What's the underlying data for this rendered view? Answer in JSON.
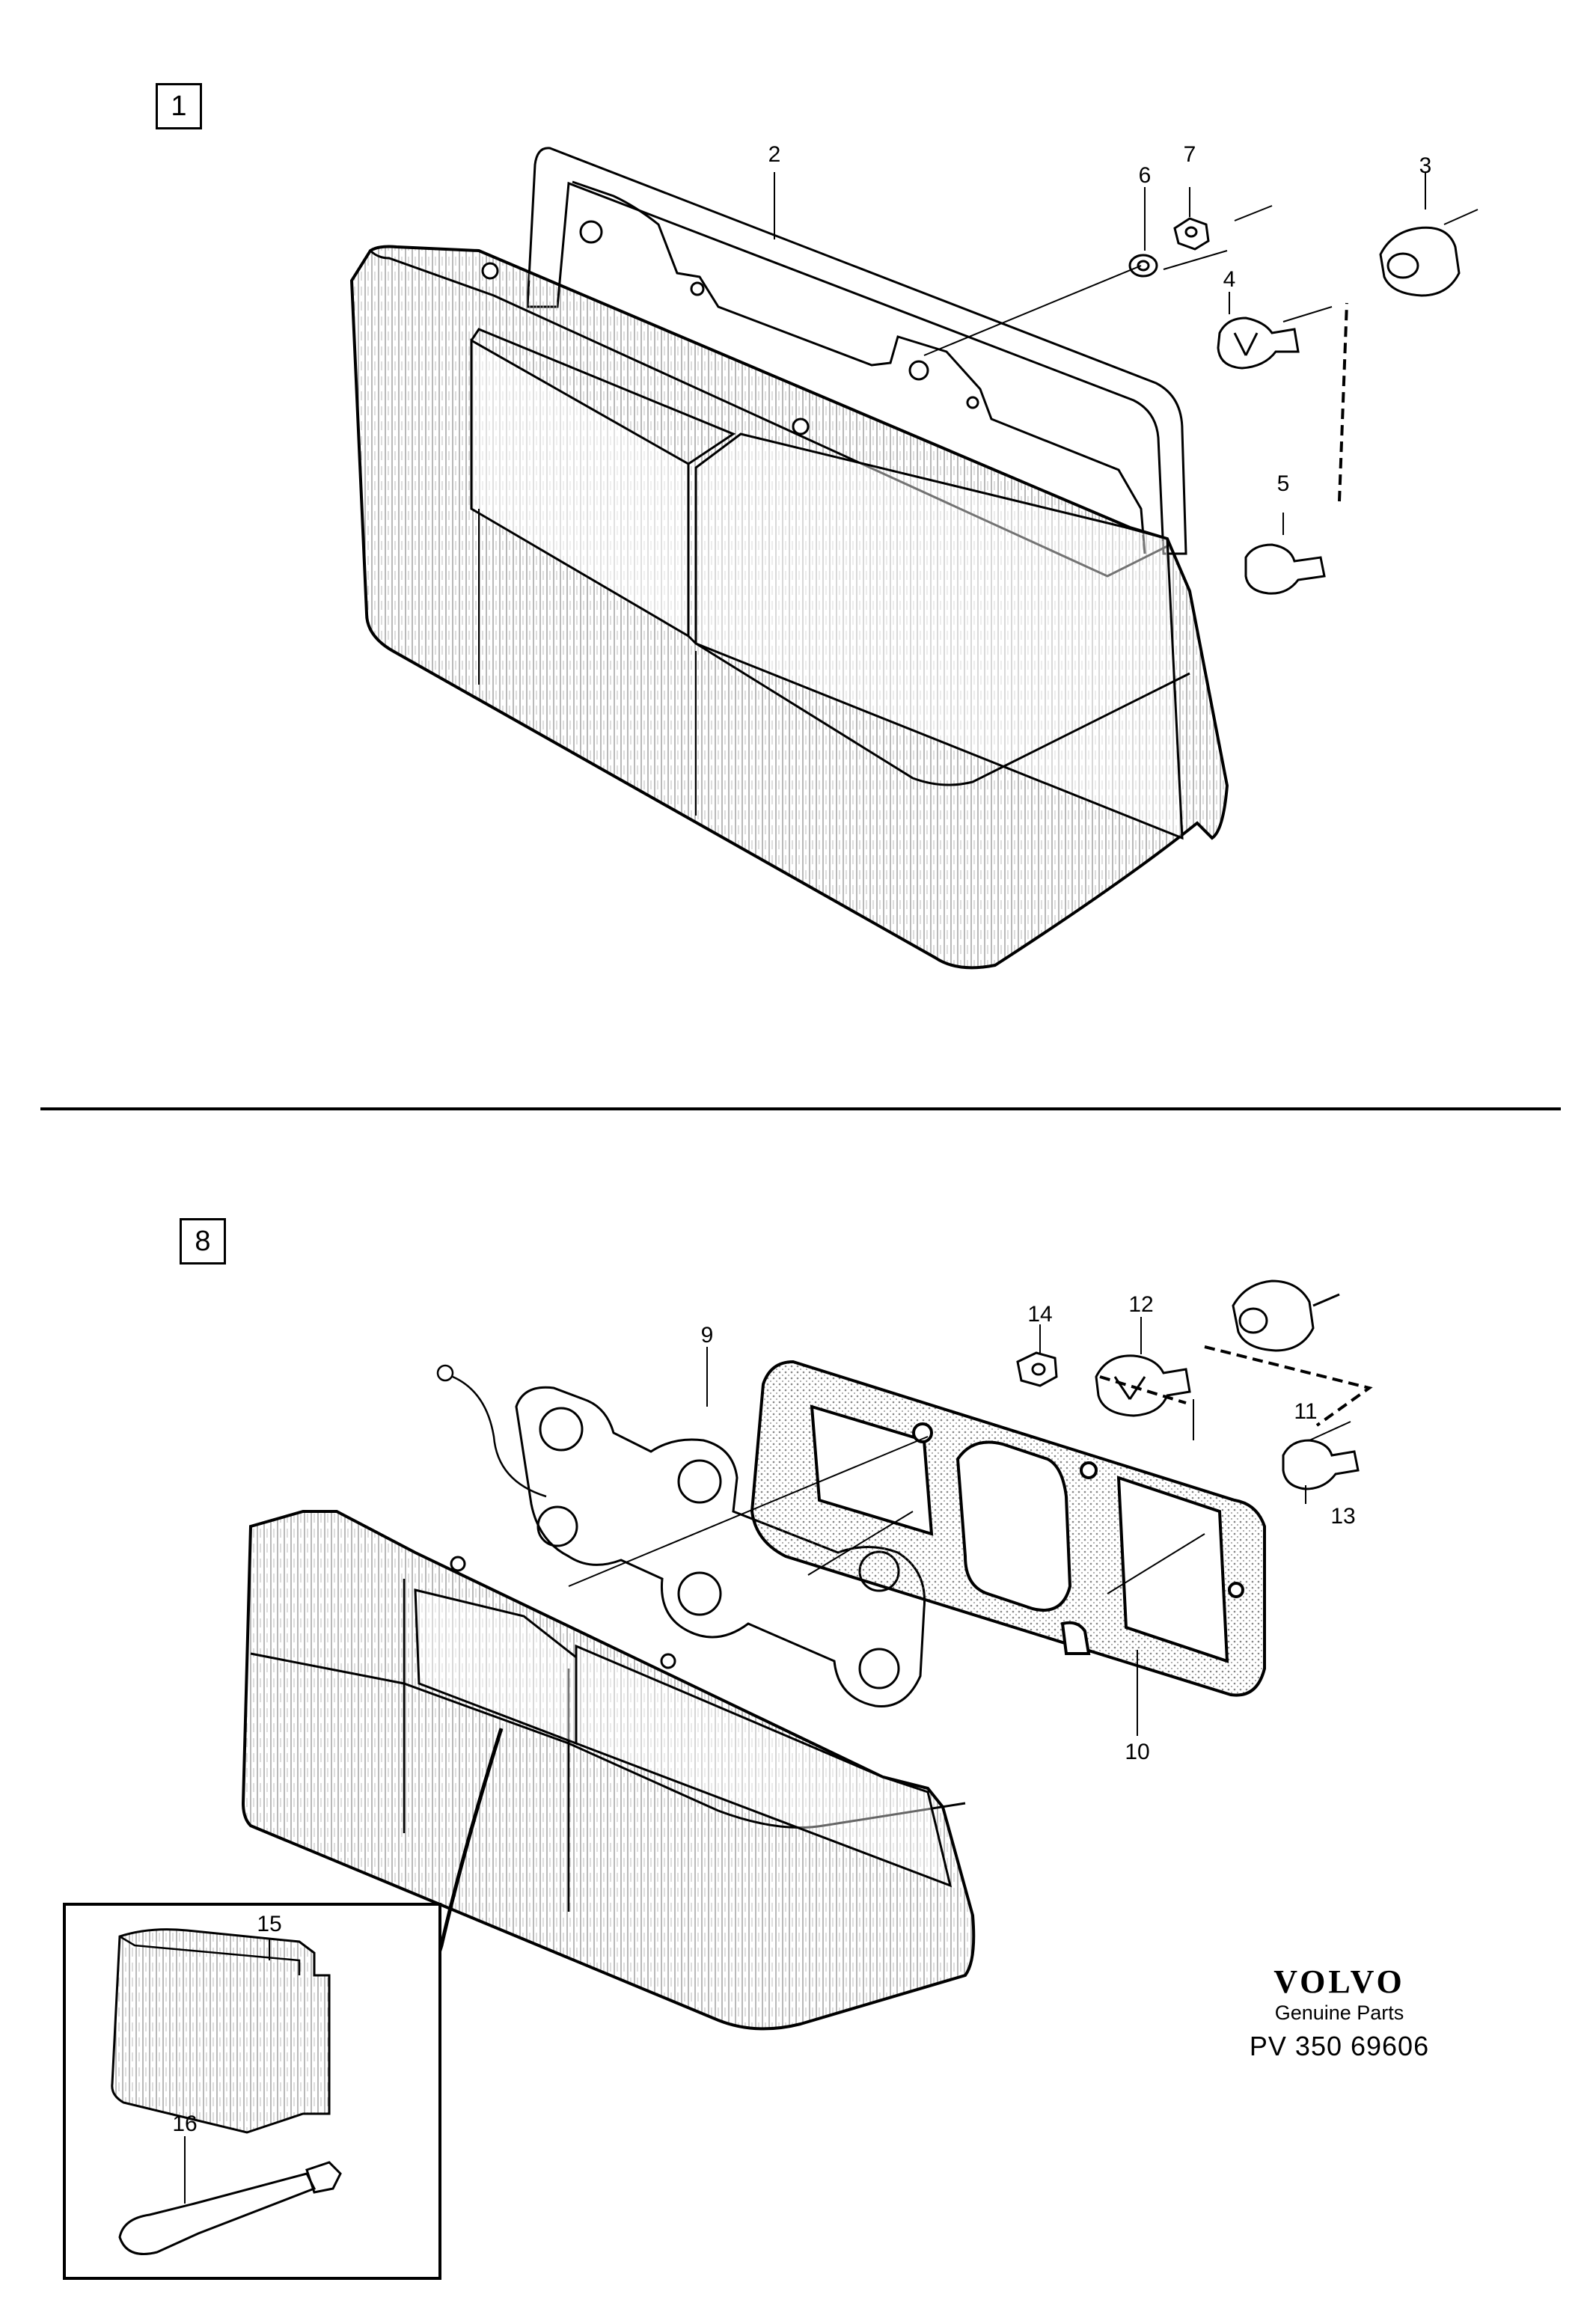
{
  "sections": [
    {
      "id": "upper",
      "label": "1"
    },
    {
      "id": "lower",
      "label": "8"
    }
  ],
  "callouts": [
    "2",
    "3",
    "4",
    "5",
    "6",
    "7",
    "9",
    "10",
    "11",
    "12",
    "13",
    "14",
    "15",
    "16"
  ],
  "brand": {
    "logo": "VOLVO",
    "tagline": "Genuine Parts",
    "code": "PV 350 69606"
  }
}
